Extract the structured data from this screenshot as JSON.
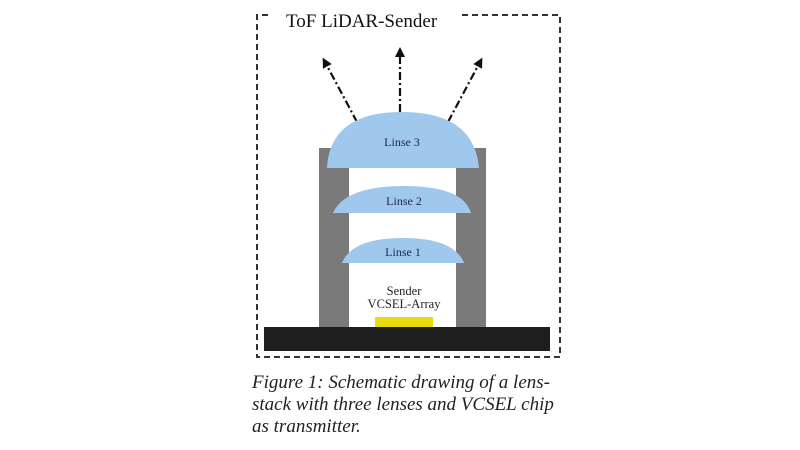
{
  "figure": {
    "title": "ToF LiDAR-Sender",
    "lenses": [
      {
        "label": "Linse 3"
      },
      {
        "label": "Linse 2"
      },
      {
        "label": "Linse 1"
      }
    ],
    "sender": {
      "line1": "Sender",
      "line2": "VCSEL-Array"
    },
    "colors": {
      "lens": "#9fc8ec",
      "housing": "#7a7a7a",
      "base": "#1e1e1e",
      "chip": "#e8dc10",
      "box_border": "#333333"
    }
  },
  "caption": {
    "line1": "Figure 1: Schematic drawing of a lens-",
    "line2": "stack with three lenses and VCSEL chip",
    "line3": "as transmitter."
  }
}
